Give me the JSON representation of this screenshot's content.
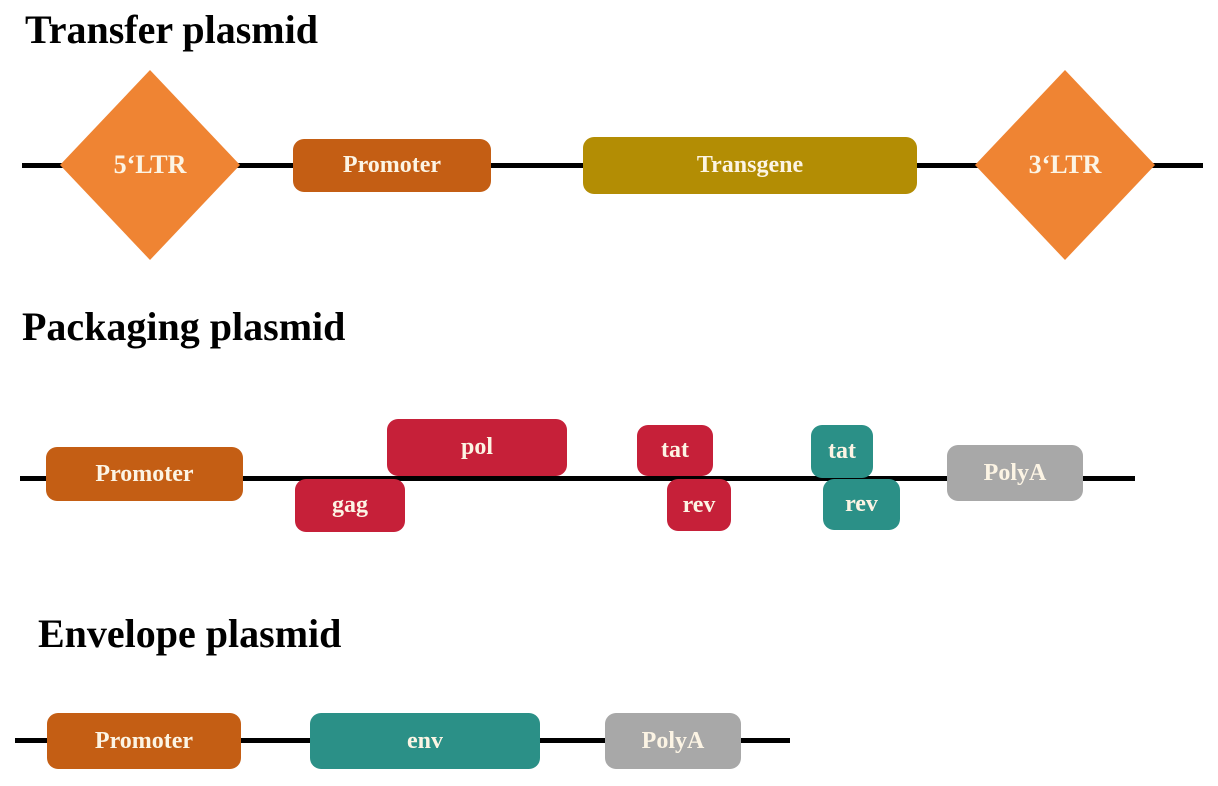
{
  "sections": [
    {
      "title": "Transfer plasmid",
      "elements": [
        {
          "type": "diamond",
          "label": "5‘LTR"
        },
        {
          "type": "box",
          "label": "Promoter"
        },
        {
          "type": "box",
          "label": "Transgene"
        },
        {
          "type": "diamond",
          "label": "3‘LTR"
        }
      ]
    },
    {
      "title": "Packaging plasmid",
      "elements": [
        {
          "type": "box",
          "label": "Promoter"
        },
        {
          "type": "box",
          "label": "gag",
          "position": "below-line"
        },
        {
          "type": "box",
          "label": "pol",
          "position": "above-line"
        },
        {
          "type": "box",
          "label": "tat",
          "position": "above-line"
        },
        {
          "type": "box",
          "label": "rev",
          "position": "below-line"
        },
        {
          "type": "box",
          "label": "tat",
          "position": "above-line"
        },
        {
          "type": "box",
          "label": "rev",
          "position": "below-line"
        },
        {
          "type": "box",
          "label": "PolyA"
        }
      ]
    },
    {
      "title": "Envelope plasmid",
      "elements": [
        {
          "type": "box",
          "label": "Promoter"
        },
        {
          "type": "box",
          "label": "env"
        },
        {
          "type": "box",
          "label": "PolyA"
        }
      ]
    }
  ],
  "colors": {
    "ltr_orange": "#EF8433",
    "promoter_rust": "#C45E14",
    "transgene_gold": "#B38D04",
    "gene_red": "#C62039",
    "gene_teal": "#2B9087",
    "polya_gray": "#A8A8A8",
    "backbone_black": "#000000",
    "label_cream": "#FCF4E4",
    "background": "#FFFFFF"
  }
}
